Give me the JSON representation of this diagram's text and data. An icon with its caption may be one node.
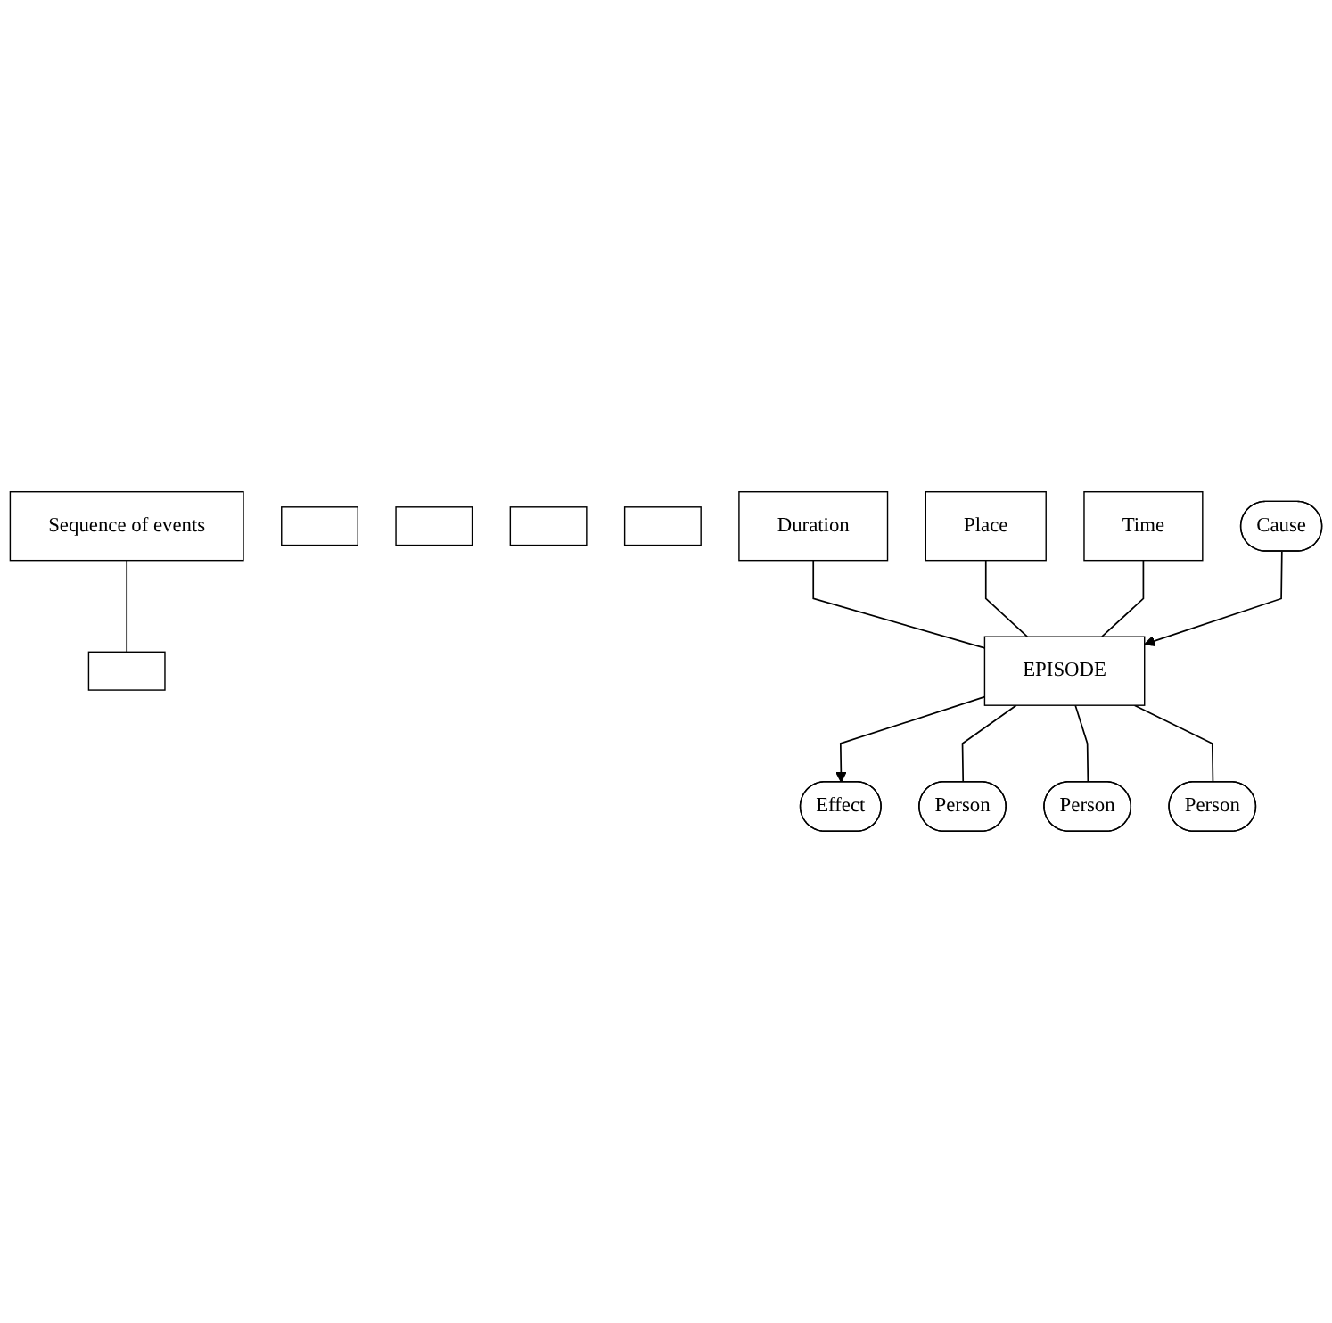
{
  "diagram": {
    "nodes": [
      {
        "text": [
          "Sequence of events"
        ]
      },
      {
        "text": [],
        "shape": "box"
      },
      {
        "text": [],
        "shape": "box"
      },
      {
        "text": [],
        "shape": "box"
      },
      {
        "text": [],
        "shape": "box"
      },
      {
        "text": [],
        "shape": "box"
      },
      {
        "text": [
          "Duration"
        ]
      },
      {
        "text": [
          "Place"
        ]
      },
      {
        "text": [
          "Time"
        ]
      },
      {
        "text": [
          "EPISODE"
        ]
      },
      {
        "text": [
          "Cause"
        ]
      },
      {
        "text": [
          "Effect"
        ]
      },
      {
        "text": [
          "Person"
        ]
      },
      {
        "text": [
          "Person"
        ]
      },
      {
        "text": [
          "Person"
        ]
      }
    ],
    "edges": [
      {
        "from": 0,
        "to": 3,
        "arrow": "none"
      },
      {
        "from": 6,
        "to": 9,
        "arrow": "none"
      },
      {
        "from": 7,
        "to": 9,
        "arrow": "none"
      },
      {
        "from": 8,
        "to": 9,
        "arrow": "none"
      },
      {
        "from": 10,
        "to": 9,
        "arrow": "to"
      },
      {
        "from": 9,
        "to": 11,
        "arrow": "to"
      },
      {
        "from": 9,
        "to": 12,
        "arrow": "none"
      },
      {
        "from": 9,
        "to": 13,
        "arrow": "none"
      },
      {
        "from": 9,
        "to": 14,
        "arrow": "none"
      }
    ]
  }
}
